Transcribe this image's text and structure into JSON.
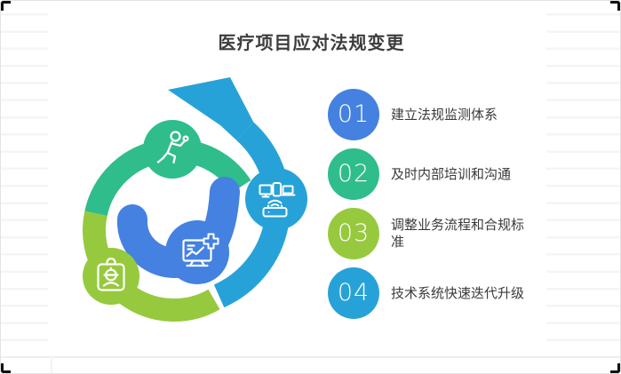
{
  "title": "医疗项目应对法规变更",
  "steps": [
    {
      "number": "01",
      "label": "建立法规监测体系",
      "color": "#4481e1"
    },
    {
      "number": "02",
      "label": "及时内部培训和沟通",
      "color": "#2fbd8c"
    },
    {
      "number": "03",
      "label": "调整业务流程和合规标准",
      "color": "#97c93e"
    },
    {
      "number": "04",
      "label": "技术系统快速迭代升级",
      "color": "#27a2d8"
    }
  ],
  "diagram": {
    "colors": {
      "cycle_arrow": "#27a2d8",
      "segment_teal": "#2fbd8c",
      "segment_lime": "#97c93e",
      "center_hook": "#4481e1"
    },
    "icons": [
      "runner-icon",
      "devices-icon",
      "id-badge-icon",
      "monitor-chart-icon"
    ]
  }
}
